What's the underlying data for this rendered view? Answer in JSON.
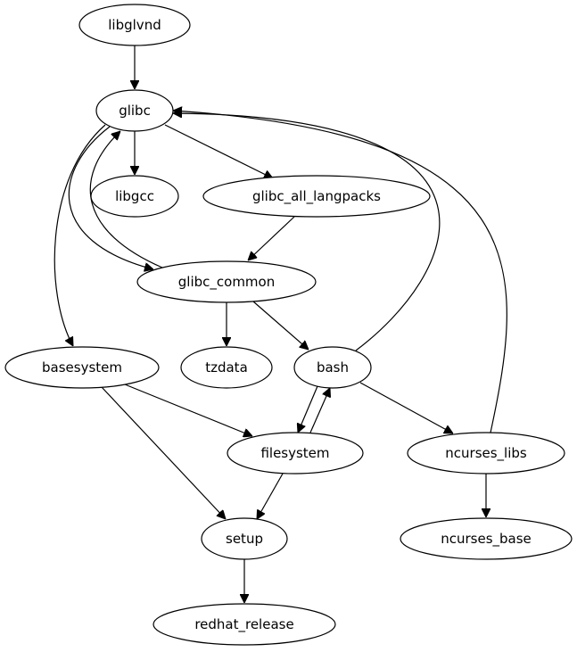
{
  "graph": {
    "type": "directed-dependency-graph",
    "nodes": [
      {
        "id": "libglvnd",
        "label": "libglvnd"
      },
      {
        "id": "glibc",
        "label": "glibc"
      },
      {
        "id": "libgcc",
        "label": "libgcc"
      },
      {
        "id": "glibc_all_langpacks",
        "label": "glibc_all_langpacks"
      },
      {
        "id": "glibc_common",
        "label": "glibc_common"
      },
      {
        "id": "basesystem",
        "label": "basesystem"
      },
      {
        "id": "tzdata",
        "label": "tzdata"
      },
      {
        "id": "bash",
        "label": "bash"
      },
      {
        "id": "filesystem",
        "label": "filesystem"
      },
      {
        "id": "ncurses_libs",
        "label": "ncurses_libs"
      },
      {
        "id": "setup",
        "label": "setup"
      },
      {
        "id": "ncurses_base",
        "label": "ncurses_base"
      },
      {
        "id": "redhat_release",
        "label": "redhat_release"
      }
    ],
    "edges": [
      {
        "from": "libglvnd",
        "to": "glibc"
      },
      {
        "from": "glibc",
        "to": "libgcc"
      },
      {
        "from": "glibc",
        "to": "glibc_all_langpacks"
      },
      {
        "from": "glibc",
        "to": "glibc_common"
      },
      {
        "from": "glibc",
        "to": "basesystem"
      },
      {
        "from": "glibc_common",
        "to": "glibc"
      },
      {
        "from": "glibc_all_langpacks",
        "to": "glibc_common"
      },
      {
        "from": "glibc_common",
        "to": "tzdata"
      },
      {
        "from": "glibc_common",
        "to": "bash"
      },
      {
        "from": "bash",
        "to": "glibc"
      },
      {
        "from": "ncurses_libs",
        "to": "glibc"
      },
      {
        "from": "bash",
        "to": "filesystem"
      },
      {
        "from": "filesystem",
        "to": "bash"
      },
      {
        "from": "bash",
        "to": "ncurses_libs"
      },
      {
        "from": "basesystem",
        "to": "filesystem"
      },
      {
        "from": "basesystem",
        "to": "setup"
      },
      {
        "from": "filesystem",
        "to": "setup"
      },
      {
        "from": "ncurses_libs",
        "to": "ncurses_base"
      },
      {
        "from": "setup",
        "to": "redhat_release"
      }
    ]
  }
}
